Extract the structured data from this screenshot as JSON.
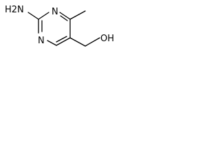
{
  "molecule": {
    "labels": {
      "amino": "H2N",
      "n_top": "N",
      "n_bottom": "N",
      "hydroxyl": "OH"
    }
  }
}
